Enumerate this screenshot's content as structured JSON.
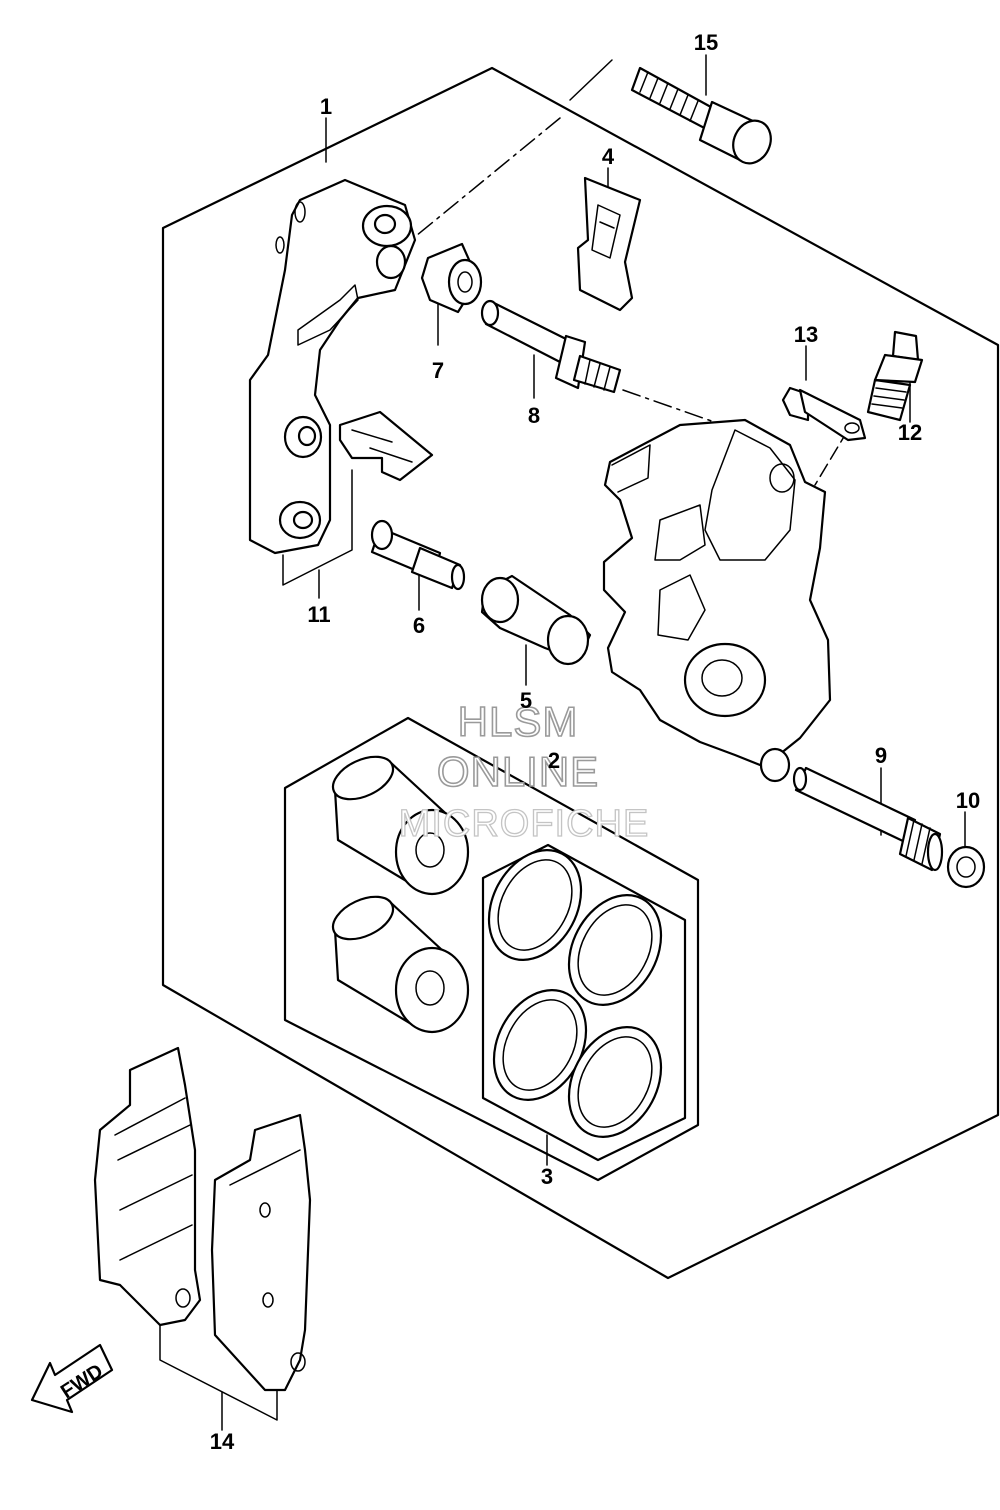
{
  "callouts": {
    "c1": "1",
    "c2": "2",
    "c3": "3",
    "c4": "4",
    "c5": "5",
    "c6": "6",
    "c7": "7",
    "c8": "8",
    "c9": "9",
    "c10": "10",
    "c11": "11",
    "c12": "12",
    "c13": "13",
    "c14": "14",
    "c15": "15"
  },
  "watermark": {
    "line1": "HLSM",
    "line2": "ONLINE",
    "line3": "MICROFICHE"
  },
  "direction": {
    "label": "FWD"
  },
  "icons": {
    "direction_arrow": "arrow-down-left-icon"
  }
}
